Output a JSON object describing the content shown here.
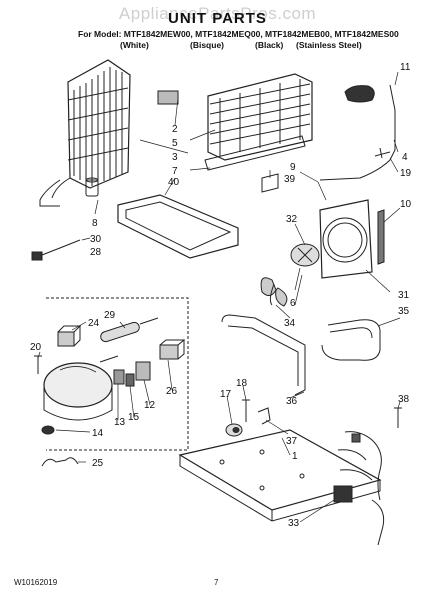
{
  "header": {
    "watermark": "AppliancePartsPros.com",
    "title": "UNIT PARTS",
    "model_line": "For Model: MTF1842MEW00, MTF1842MEQ00, MTF1842MEB00, MTF1842MES00",
    "colors": [
      "(White)",
      "(Bisque)",
      "(Black)",
      "(Stainless Steel)"
    ]
  },
  "callouts": [
    "1",
    "2",
    "3",
    "4",
    "5",
    "6",
    "7",
    "8",
    "9",
    "10",
    "11",
    "12",
    "13",
    "14",
    "15",
    "17",
    "18",
    "19",
    "20",
    "24",
    "25",
    "26",
    "28",
    "29",
    "30",
    "31",
    "32",
    "33",
    "34",
    "35",
    "36",
    "37",
    "38",
    "39",
    "40"
  ],
  "footer": {
    "doc_number": "W10162019",
    "page_number": "7"
  }
}
